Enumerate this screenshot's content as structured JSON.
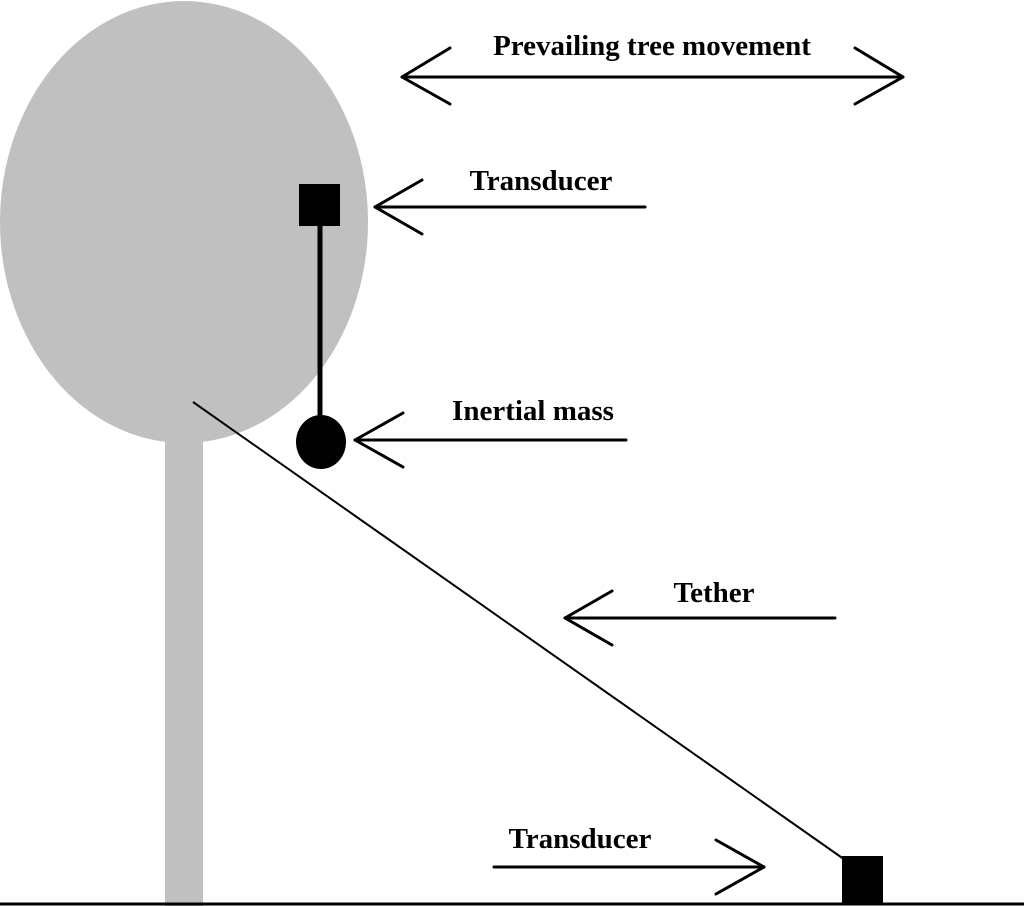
{
  "labels": {
    "movement": "Prevailing tree movement",
    "transducer_top": "Transducer",
    "inertial_mass": "Inertial mass",
    "tether": "Tether",
    "transducer_bottom": "Transducer"
  },
  "colors": {
    "tree": "#c0c0c0",
    "ink": "#000000",
    "background": "#ffffff"
  }
}
